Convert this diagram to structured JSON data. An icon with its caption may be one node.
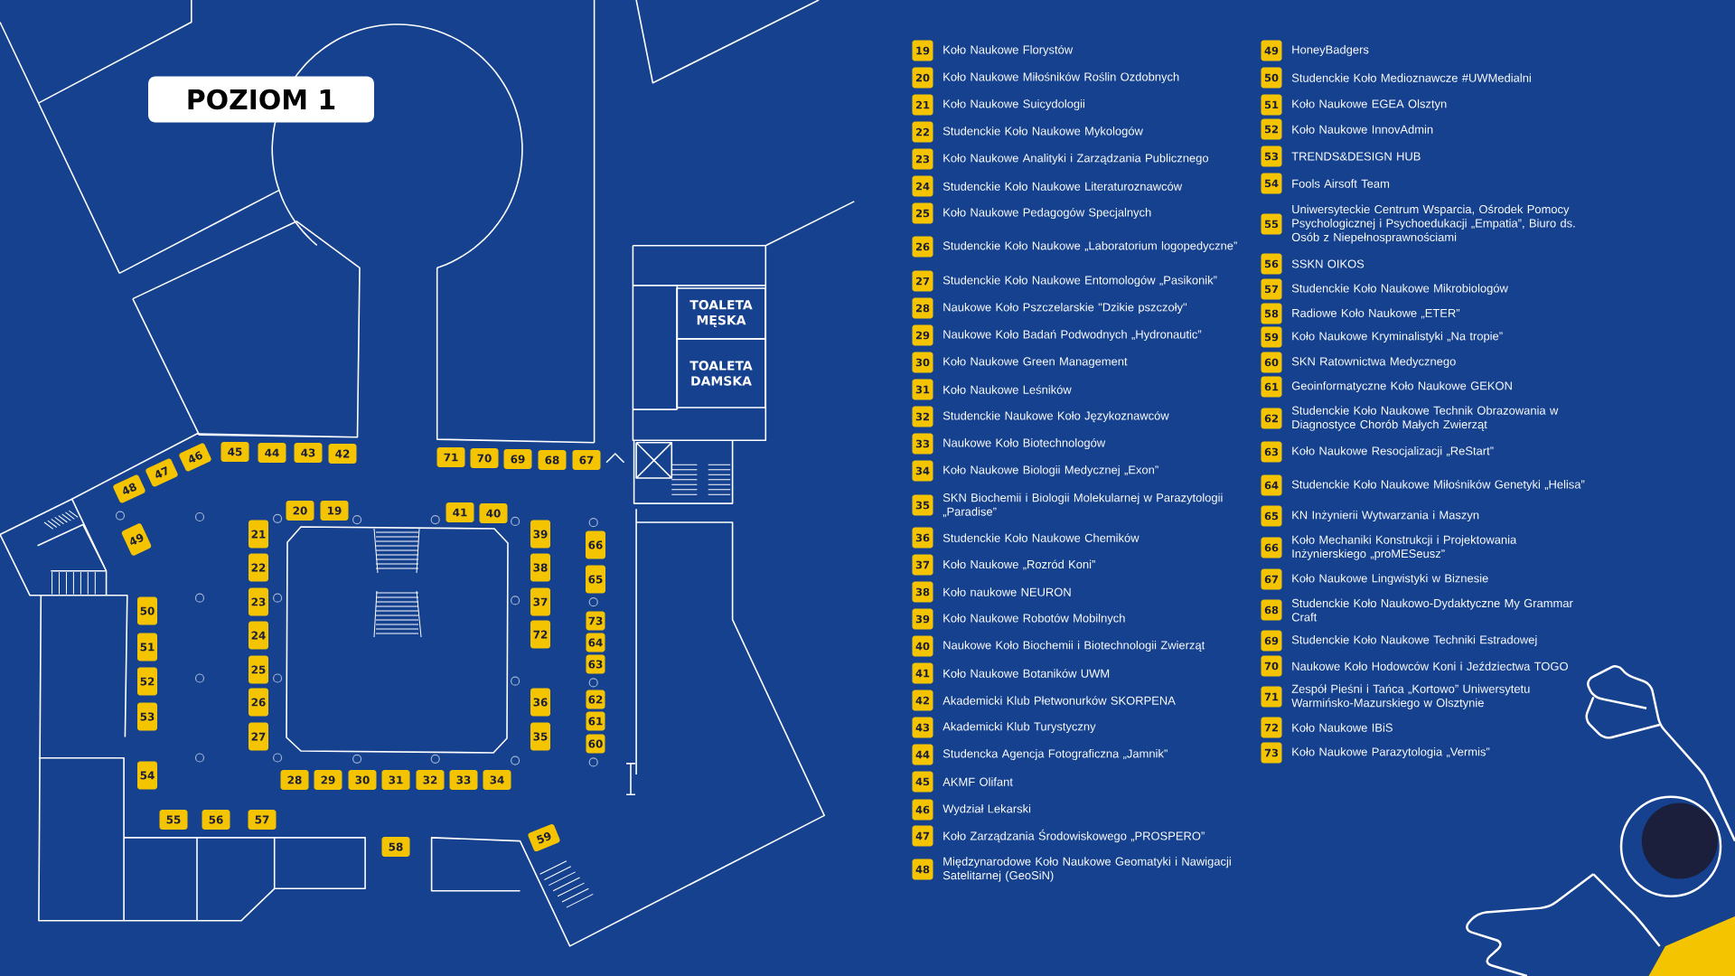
{
  "diagram": {
    "title": "POZIOM 1",
    "nodes": [
      {
        "text": [
          "19"
        ]
      },
      {
        "text": [
          "20"
        ]
      },
      {
        "text": [
          "21"
        ]
      },
      {
        "text": [
          "22"
        ]
      },
      {
        "text": [
          "23"
        ]
      },
      {
        "text": [
          "24"
        ]
      },
      {
        "text": [
          "25"
        ]
      },
      {
        "text": [
          "26"
        ]
      },
      {
        "text": [
          "27"
        ]
      },
      {
        "text": [
          "28"
        ]
      },
      {
        "text": [
          "29"
        ]
      },
      {
        "text": [
          "30"
        ]
      },
      {
        "text": [
          "31"
        ]
      },
      {
        "text": [
          "32"
        ]
      },
      {
        "text": [
          "33"
        ]
      },
      {
        "text": [
          "34"
        ]
      },
      {
        "text": [
          "35"
        ]
      },
      {
        "text": [
          "36"
        ]
      },
      {
        "text": [
          "37"
        ]
      },
      {
        "text": [
          "38"
        ]
      },
      {
        "text": [
          "39"
        ]
      },
      {
        "text": [
          "40"
        ]
      },
      {
        "text": [
          "41"
        ]
      },
      {
        "text": [
          "42"
        ]
      },
      {
        "text": [
          "43"
        ]
      },
      {
        "text": [
          "44"
        ]
      },
      {
        "text": [
          "45"
        ]
      },
      {
        "text": [
          "46"
        ]
      },
      {
        "text": [
          "47"
        ]
      },
      {
        "text": [
          "48"
        ]
      },
      {
        "text": [
          "49"
        ]
      },
      {
        "text": [
          "50"
        ]
      },
      {
        "text": [
          "51"
        ]
      },
      {
        "text": [
          "52"
        ]
      },
      {
        "text": [
          "53"
        ]
      },
      {
        "text": [
          "54"
        ]
      },
      {
        "text": [
          "55"
        ]
      },
      {
        "text": [
          "56"
        ]
      },
      {
        "text": [
          "57"
        ]
      },
      {
        "text": [
          "58"
        ]
      },
      {
        "text": [
          "59"
        ]
      },
      {
        "text": [
          "60"
        ]
      },
      {
        "text": [
          "61"
        ]
      },
      {
        "text": [
          "62"
        ]
      },
      {
        "text": [
          "63"
        ]
      },
      {
        "text": [
          "64"
        ]
      },
      {
        "text": [
          "65"
        ]
      },
      {
        "text": [
          "66"
        ]
      },
      {
        "text": [
          "67"
        ]
      },
      {
        "text": [
          "68"
        ]
      },
      {
        "text": [
          "69"
        ]
      },
      {
        "text": [
          "70"
        ]
      },
      {
        "text": [
          "71"
        ]
      },
      {
        "text": [
          "72"
        ]
      },
      {
        "text": [
          "73"
        ]
      },
      {
        "text": [
          "TOALETA MĘSKA"
        ]
      },
      {
        "text": [
          "TOALETA DAMSKA"
        ]
      },
      {
        "text": [
          "19"
        ],
        "beside": [
          "Koło Naukowe Florystów"
        ]
      },
      {
        "text": [
          "20"
        ],
        "beside": [
          "Koło Naukowe Miłośników Roślin Ozdobnych"
        ]
      },
      {
        "text": [
          "21"
        ],
        "beside": [
          "Koło Naukowe Suicydologii"
        ]
      },
      {
        "text": [
          "22"
        ],
        "beside": [
          "Studenckie Koło Naukowe Mykologów"
        ]
      },
      {
        "text": [
          "23"
        ],
        "beside": [
          "Koło Naukowe Analityki i Zarządzania Publicznego"
        ]
      },
      {
        "text": [
          "24"
        ],
        "beside": [
          "Studenckie Koło Naukowe Literaturoznawców"
        ]
      },
      {
        "text": [
          "25"
        ],
        "beside": [
          "Koło Naukowe Pedagogów Specjalnych"
        ]
      },
      {
        "text": [
          "26"
        ],
        "beside": [
          "Studenckie Koło Naukowe „Laboratorium logopedyczne”"
        ]
      },
      {
        "text": [
          "27"
        ],
        "beside": [
          "Studenckie Koło Naukowe Entomologów „Pasikonik”"
        ]
      },
      {
        "text": [
          "28"
        ],
        "beside": [
          "Naukowe Koło Pszczelarskie \"Dzikie pszczoły\""
        ]
      },
      {
        "text": [
          "29"
        ],
        "beside": [
          "Naukowe Koło Badań Podwodnych „Hydronautic”"
        ]
      },
      {
        "text": [
          "30"
        ],
        "beside": [
          "Koło Naukowe Green Management"
        ]
      },
      {
        "text": [
          "31"
        ],
        "beside": [
          "Koło Naukowe Leśników"
        ]
      },
      {
        "text": [
          "32"
        ],
        "beside": [
          "Studenckie Naukowe Koło Językoznawców"
        ]
      },
      {
        "text": [
          "33"
        ],
        "beside": [
          "Naukowe Koło Biotechnologów"
        ]
      },
      {
        "text": [
          "34"
        ],
        "beside": [
          "Koło Naukowe Biologii Medycznej „Exon”"
        ]
      },
      {
        "text": [
          "35"
        ],
        "beside": [
          "SKN Biochemii i Biologii Molekularnej w Parazytologii „Paradise”"
        ]
      },
      {
        "text": [
          "36"
        ],
        "beside": [
          "Studenckie Koło Naukowe Chemików"
        ]
      },
      {
        "text": [
          "37"
        ],
        "beside": [
          "Koło Naukowe „Rozród Koni”"
        ]
      },
      {
        "text": [
          "38"
        ],
        "beside": [
          "Koło naukowe NEURON"
        ]
      },
      {
        "text": [
          "39"
        ],
        "beside": [
          "Koło Naukowe Robotów Mobilnych"
        ]
      },
      {
        "text": [
          "40"
        ],
        "beside": [
          "Naukowe Koło Biochemii i Biotechnologii Zwierząt"
        ]
      },
      {
        "text": [
          "41"
        ],
        "beside": [
          "Koło Naukowe Botaników UWM"
        ]
      },
      {
        "text": [
          "42"
        ],
        "beside": [
          "Akademicki Klub Płetwonurków SKORPENA"
        ]
      },
      {
        "text": [
          "43"
        ],
        "beside": [
          "Akademicki Klub Turystyczny"
        ]
      },
      {
        "text": [
          "44"
        ],
        "beside": [
          "Studencka Agencja Fotograficzna „Jamnik”"
        ]
      },
      {
        "text": [
          "45"
        ],
        "beside": [
          "AKMF Olifant"
        ]
      },
      {
        "text": [
          "46"
        ],
        "beside": [
          "Wydział Lekarski"
        ]
      },
      {
        "text": [
          "47"
        ],
        "beside": [
          "Koło Zarządzania Środowiskowego „PROSPERO”"
        ]
      },
      {
        "text": [
          "48"
        ],
        "beside": [
          "Międzynarodowe Koło Naukowe Geomatyki i Nawigacji Satelitarnej (GeoSiN)"
        ]
      },
      {
        "text": [
          "49"
        ],
        "beside": [
          "HoneyBadgers"
        ]
      },
      {
        "text": [
          "50"
        ],
        "beside": [
          "Studenckie Koło Medioznawcze #UWMedialni"
        ]
      },
      {
        "text": [
          "51"
        ],
        "beside": [
          "Koło Naukowe EGEA Olsztyn"
        ]
      },
      {
        "text": [
          "52"
        ],
        "beside": [
          "Koło Naukowe InnovAdmin"
        ]
      },
      {
        "text": [
          "53"
        ],
        "beside": [
          "TRENDS&DESIGN HUB"
        ]
      },
      {
        "text": [
          "54"
        ],
        "beside": [
          "Fools Airsoft Team"
        ]
      },
      {
        "text": [
          "55"
        ],
        "beside": [
          "Uniwersyteckie Centrum Wsparcia, Ośrodek Pomocy Psychologicznej i Psychoedukacji „Empatia”, Biuro ds. Osób z Niepełnosprawnościami"
        ]
      },
      {
        "text": [
          "56"
        ],
        "beside": [
          "SSKN OIKOS"
        ]
      },
      {
        "text": [
          "57"
        ],
        "beside": [
          "Studenckie Koło Naukowe Mikrobiologów"
        ]
      },
      {
        "text": [
          "58"
        ],
        "beside": [
          "Radiowe Koło Naukowe „ETER”"
        ]
      },
      {
        "text": [
          "59"
        ],
        "beside": [
          "Koło Naukowe Kryminalistyki „Na tropie”"
        ]
      },
      {
        "text": [
          "60"
        ],
        "beside": [
          "SKN Ratownictwa Medycznego"
        ]
      },
      {
        "text": [
          "61"
        ],
        "beside": [
          "Geoinformatyczne Koło Naukowe GEKON"
        ]
      },
      {
        "text": [
          "62"
        ],
        "beside": [
          "Studenckie Koło Naukowe Technik Obrazowania w Diagnostyce Chorób Małych Zwierząt"
        ]
      },
      {
        "text": [
          "63"
        ],
        "beside": [
          "Koło Naukowe Resocjalizacji „ReStart”"
        ]
      },
      {
        "text": [
          "64"
        ],
        "beside": [
          "Studenckie Koło Naukowe Miłośników Genetyki „Helisa”"
        ]
      },
      {
        "text": [
          "65"
        ],
        "beside": [
          "KN Inżynierii Wytwarzania i Maszyn"
        ]
      },
      {
        "text": [
          "66"
        ],
        "beside": [
          "Koło Mechaniki Konstrukcji i Projektowania Inżynierskiego „proMESeusz”"
        ]
      },
      {
        "text": [
          "67"
        ],
        "beside": [
          "Koło Naukowe Lingwistyki w Biznesie"
        ]
      },
      {
        "text": [
          "68"
        ],
        "beside": [
          "Studenckie Koło Naukowo-Dydaktyczne My Grammar Craft"
        ]
      },
      {
        "text": [
          "69"
        ],
        "beside": [
          "Studenckie Koło Naukowe Techniki Estradowej"
        ]
      },
      {
        "text": [
          "70"
        ],
        "beside": [
          "Naukowe Koło Hodowców Koni i Jeździectwa TOGO"
        ]
      },
      {
        "text": [
          "71"
        ],
        "beside": [
          "Zespół Pieśni i Tańca „Kortowo” Uniwersytetu Warmińsko-Mazurskiego w Olsztynie"
        ]
      },
      {
        "text": [
          "72"
        ],
        "beside": [
          "Koło Naukowe IBiS"
        ]
      },
      {
        "text": [
          "73"
        ],
        "beside": [
          "Koło Naukowe Parazytologia „Vermis”"
        ]
      }
    ]
  }
}
